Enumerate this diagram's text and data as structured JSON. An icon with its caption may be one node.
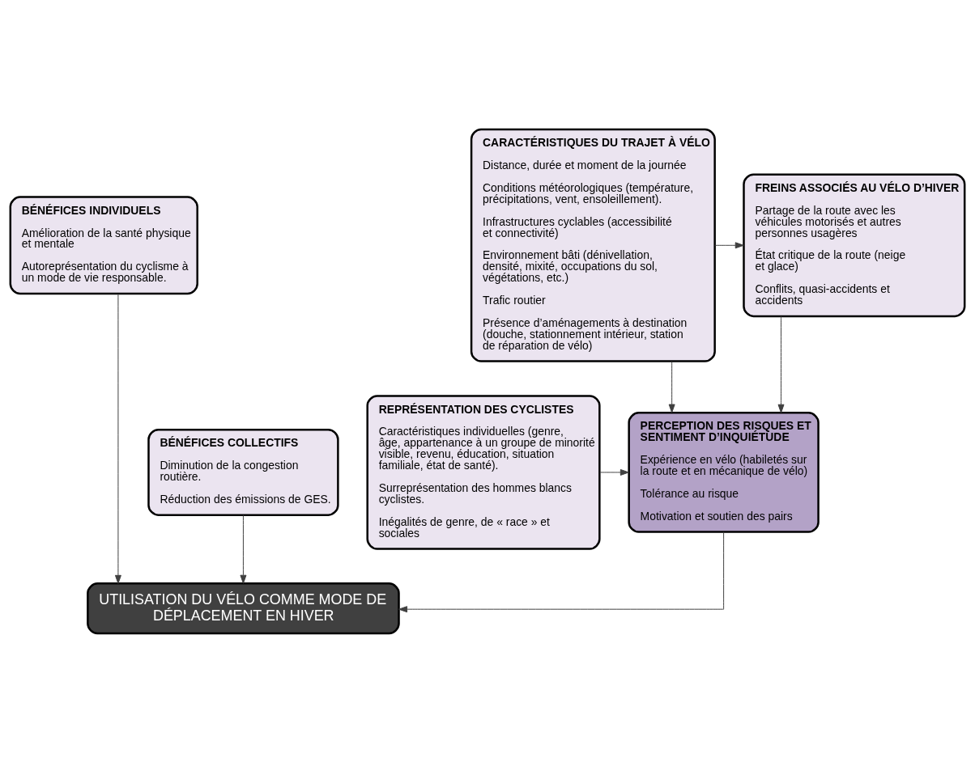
{
  "diagram": {
    "nodes": [
      {
        "text": [
          "BÉNÉFICES INDIVIDUELS",
          "Amélioration de la santé physique et mentale",
          "Autoreprésentation du cyclisme à un mode de vie responsable."
        ]
      },
      {
        "text": [
          "BÉNÉFICES COLLECTIFS",
          "Diminution de la congestion routière.",
          "Réduction des émissions de GES."
        ]
      },
      {
        "text": [
          "FREINS ASSOCIÉS AU VÉLO D’HIVER",
          "Partage de la route avec les véhicules motorisés et autres personnes usagères",
          "État critique de la route (neige et glace)",
          "Conflits, quasi-accidents et accidents"
        ]
      },
      {
        "text": [
          "CARACTÉRISTIQUES DU TRAJET À VÉLO",
          "Distance, durée et moment de la journée",
          "Conditions météorologiques (température, précipitations, vent, ensoleillement).",
          "Infrastructures cyclables (accessibilité et connectivité)",
          "Environnement bâti (dénivellation, densité, mixité, occupations du sol, végétations, etc.)",
          "Trafic routier",
          "Présence d’aménagements à destination (douche, stationnement intérieur, station de réparation de vélo)"
        ]
      },
      {
        "text": [
          "PERCEPTION DES RISQUES ET SENTIMENT D’INQUIÉTUDE",
          "Expérience en vélo (habiletés sur la route et en mécanique de vélo)",
          "Tolérance au risque",
          "Motivation et soutien des pairs"
        ]
      },
      {
        "text": [
          "REPRÉSENTATION DES CYCLISTES",
          "Caractéristiques individuelles (genre, âge, appartenance à un groupe de minorité visible, revenu, éducation, situation familiale, état de santé).",
          "Surreprésentation des hommes blancs cyclistes.",
          "Inégalités de genre, de « race » et sociales"
        ]
      },
      {
        "text": [
          "UTILISATION DU VÉLO COMME MODE DE DÉPLACEMENT EN HIVER"
        ]
      }
    ],
    "edges": [
      {
        "from": 3,
        "to": 2,
        "arrow": "to"
      },
      {
        "from": 3,
        "to": 4,
        "arrow": "to"
      },
      {
        "from": 2,
        "to": 4,
        "arrow": "to"
      },
      {
        "from": 5,
        "to": 4,
        "arrow": "to"
      },
      {
        "from": 0,
        "to": 6,
        "arrow": "to"
      },
      {
        "from": 1,
        "to": 6,
        "arrow": "to"
      },
      {
        "from": 4,
        "to": 6,
        "arrow": "to"
      }
    ]
  }
}
